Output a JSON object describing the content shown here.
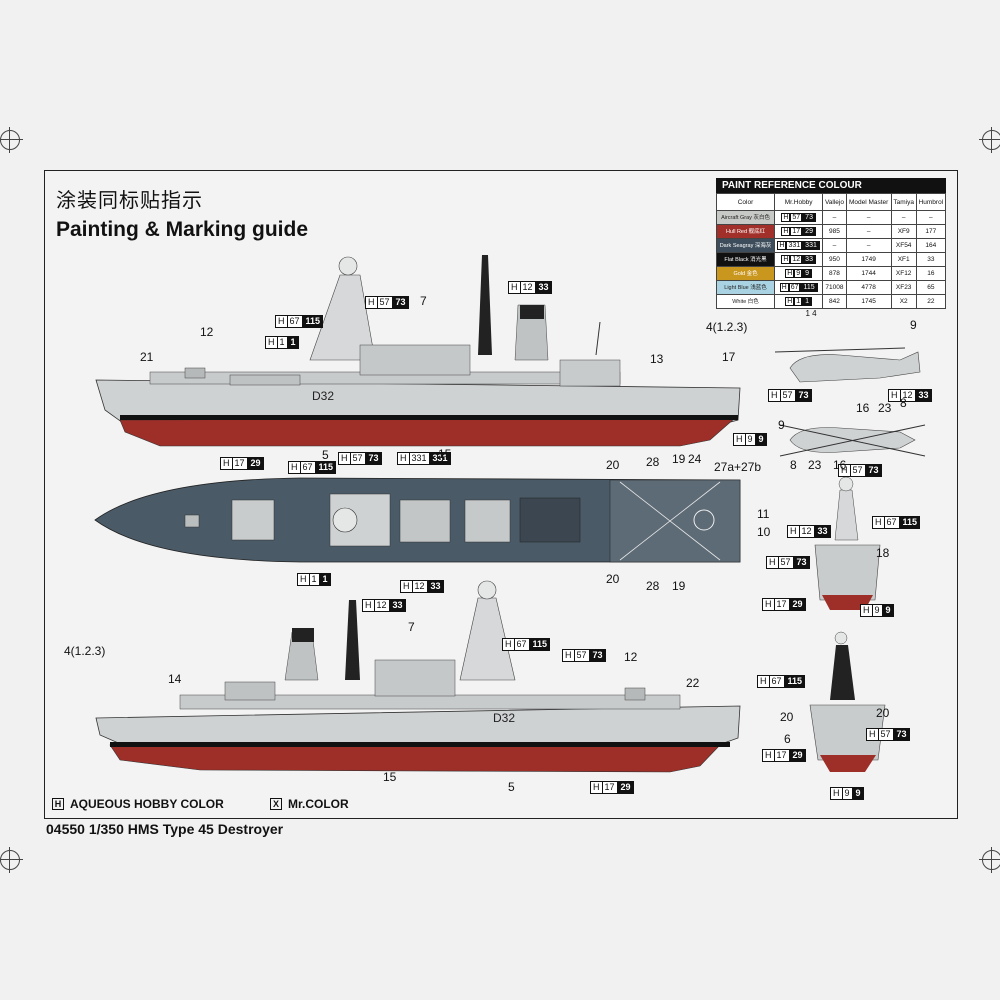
{
  "title_cn": "涂装同标贴指示",
  "title_en": "Painting & Marking guide",
  "footer_title": "04550 1/350 HMS Type 45 Destroyer",
  "legend": {
    "aqueous": "AQUEOUS HOBBY COLOR",
    "mr": "Mr.COLOR",
    "aqueous_mark": "H",
    "mr_mark": "X"
  },
  "hull_number": "D32",
  "paint_table": {
    "header": "PAINT  REFERENCE COLOUR",
    "columns": [
      "Color",
      "Mr.Hobby",
      "Vallejo",
      "Model Master",
      "Tamiya",
      "Humbrol"
    ],
    "rows": [
      {
        "color": "Aircraft Gray\n灰白色",
        "swatch": "#c7c9c6",
        "text": "#222",
        "h": "57",
        "b": "73",
        "vallejo": "–",
        "mm": "–",
        "tamiya": "–",
        "humbrol": "–"
      },
      {
        "color": "Hull Red\n舰底红",
        "swatch": "#a2302a",
        "text": "#fff",
        "h": "17",
        "b": "29",
        "vallejo": "985",
        "mm": "–",
        "tamiya": "XF9",
        "humbrol": "177"
      },
      {
        "color": "Dark Seagray\n深海灰",
        "swatch": "#3d4d5b",
        "text": "#fff",
        "h": "331",
        "b": "331",
        "vallejo": "–",
        "mm": "–",
        "tamiya": "XF54",
        "humbrol": "164"
      },
      {
        "color": "Flat Black\n消光黑",
        "swatch": "#111111",
        "text": "#fff",
        "h": "12",
        "b": "33",
        "vallejo": "950",
        "mm": "1749",
        "tamiya": "XF1",
        "humbrol": "33"
      },
      {
        "color": "Gold\n金色",
        "swatch": "#c9961e",
        "text": "#fff",
        "h": "9",
        "b": "9",
        "vallejo": "878",
        "mm": "1744",
        "tamiya": "XF12",
        "humbrol": "16"
      },
      {
        "color": "Light Blue\n浅蓝色",
        "swatch": "#a9d3e3",
        "text": "#222",
        "h": "67",
        "b": "115",
        "vallejo": "71008",
        "mm": "4778",
        "tamiya": "XF23",
        "humbrol": "65"
      },
      {
        "color": "White\n白色",
        "swatch": "#ffffff",
        "text": "#222",
        "h": "1",
        "b": "1",
        "vallejo": "842",
        "mm": "1745",
        "tamiya": "X2",
        "humbrol": "22"
      }
    ],
    "footnote": "1 4"
  },
  "callouts": [
    {
      "id": "c1",
      "h": "57",
      "b": "73"
    },
    {
      "id": "c2",
      "h": "67",
      "b": "115"
    },
    {
      "id": "c3",
      "h": "1",
      "b": "1"
    },
    {
      "id": "c4",
      "h": "12",
      "b": "33"
    },
    {
      "id": "c5",
      "h": "17",
      "b": "29"
    },
    {
      "id": "c6",
      "h": "67",
      "b": "115"
    },
    {
      "id": "c7",
      "h": "57",
      "b": "73"
    },
    {
      "id": "c8",
      "h": "331",
      "b": "331"
    },
    {
      "id": "c9",
      "h": "1",
      "b": "1"
    },
    {
      "id": "c10",
      "h": "12",
      "b": "33"
    },
    {
      "id": "c11",
      "h": "12",
      "b": "33"
    },
    {
      "id": "c12",
      "h": "67",
      "b": "115"
    },
    {
      "id": "c13",
      "h": "57",
      "b": "73"
    },
    {
      "id": "c14",
      "h": "17",
      "b": "29"
    },
    {
      "id": "c15",
      "h": "57",
      "b": "73"
    },
    {
      "id": "c16",
      "h": "12",
      "b": "33"
    },
    {
      "id": "c17",
      "h": "9",
      "b": "9"
    },
    {
      "id": "c18",
      "h": "57",
      "b": "73"
    },
    {
      "id": "c19",
      "h": "12",
      "b": "33"
    },
    {
      "id": "c20",
      "h": "67",
      "b": "115"
    },
    {
      "id": "c21",
      "h": "57",
      "b": "73"
    },
    {
      "id": "c22",
      "h": "17",
      "b": "29"
    },
    {
      "id": "c23",
      "h": "9",
      "b": "9"
    },
    {
      "id": "c24",
      "h": "67",
      "b": "115"
    },
    {
      "id": "c25",
      "h": "57",
      "b": "73"
    },
    {
      "id": "c26",
      "h": "17",
      "b": "29"
    },
    {
      "id": "c27",
      "h": "9",
      "b": "9"
    }
  ],
  "numbers": {
    "n7a": "7",
    "n12a": "12",
    "n21": "21",
    "n13": "13",
    "n17": "17",
    "n4a": "4(1.2.3)",
    "n5a": "5",
    "n15a": "15",
    "n20a": "20",
    "n28a": "28",
    "n19a": "19",
    "n24": "24",
    "n27": "27a+27b",
    "n11": "11",
    "n10": "10",
    "n20b": "20",
    "n28b": "28",
    "n19b": "19",
    "n9a": "9",
    "n16a": "16",
    "n23a": "23",
    "n8a": "8",
    "n9b": "9",
    "n8b": "8",
    "n23b": "23",
    "n16b": "16",
    "n18": "18",
    "n4b": "4(1.2.3)",
    "n14": "14",
    "n7b": "7",
    "n12b": "12",
    "n22": "22",
    "n15b": "15",
    "n5b": "5",
    "n20c": "20",
    "n20d": "20",
    "n6": "6"
  }
}
